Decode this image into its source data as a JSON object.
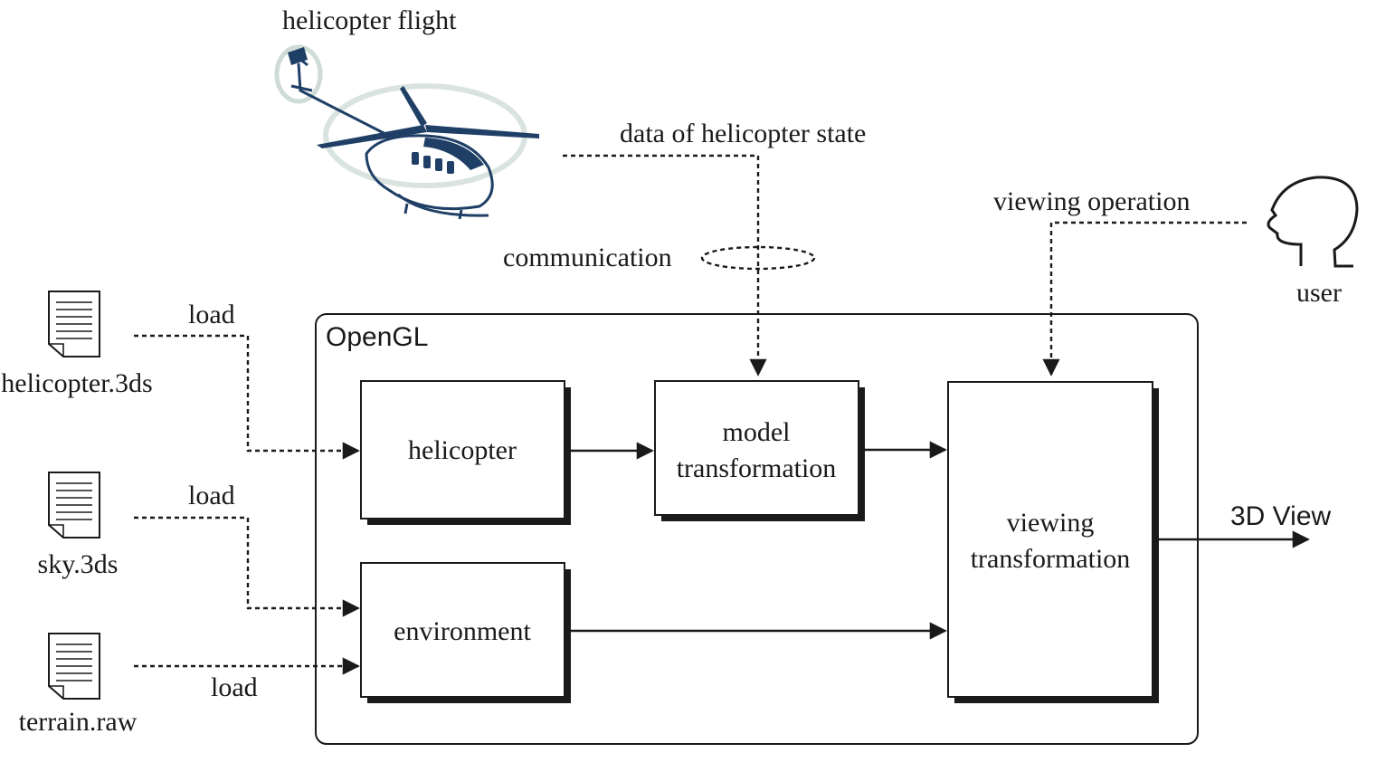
{
  "diagram": {
    "helicopter_flight_label": "helicopter flight",
    "data_state_label": "data of helicopter state",
    "communication_label": "communication",
    "viewing_operation_label": "viewing operation",
    "user_label": "user",
    "opengl_label": "OpenGL",
    "files": [
      {
        "name": "helicopter.3ds",
        "load_label": "load"
      },
      {
        "name": "sky.3ds",
        "load_label": "load"
      },
      {
        "name": "terrain.raw",
        "load_label": "load"
      }
    ],
    "boxes": {
      "helicopter": "helicopter",
      "environment": "environment",
      "model_line1": "model",
      "model_line2": "transformation",
      "viewing_line1": "viewing",
      "viewing_line2": "transformation"
    },
    "output_label": "3D View"
  },
  "colors": {
    "ink": "#1a1a1a",
    "helicopter_blue": "#1f3f66",
    "rotor_halo": "#b9ccc4"
  }
}
